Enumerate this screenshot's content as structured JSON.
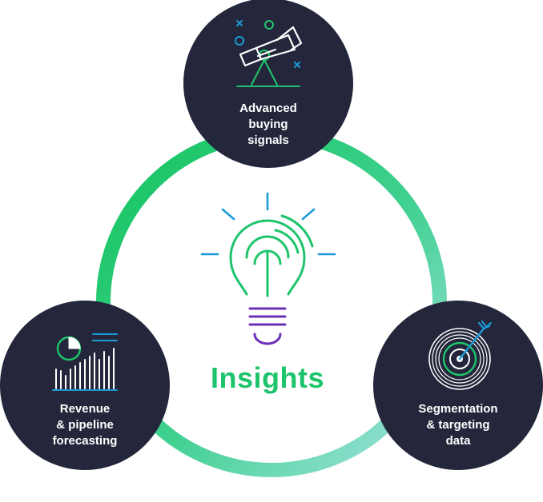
{
  "center": {
    "title": "Insights"
  },
  "nodes": {
    "top": {
      "label": "Advanced\nbuying\nsignals"
    },
    "left": {
      "label": "Revenue\n& pipeline\nforecasting"
    },
    "right": {
      "label": "Segmentation\n& targeting\ndata"
    }
  },
  "colors": {
    "dark_circle": "#24273b",
    "ring_green": "#14c45e",
    "ring_teal": "#8fdcd8",
    "accent_green": "#1ec46c",
    "accent_blue": "#1a9ad6",
    "accent_purple": "#6b2fb8",
    "icon_white": "#ffffff"
  },
  "icons": {
    "top": "telescope-icon",
    "left": "bar-chart-pie-icon",
    "right": "target-dart-icon",
    "center": "lightbulb-icon"
  }
}
